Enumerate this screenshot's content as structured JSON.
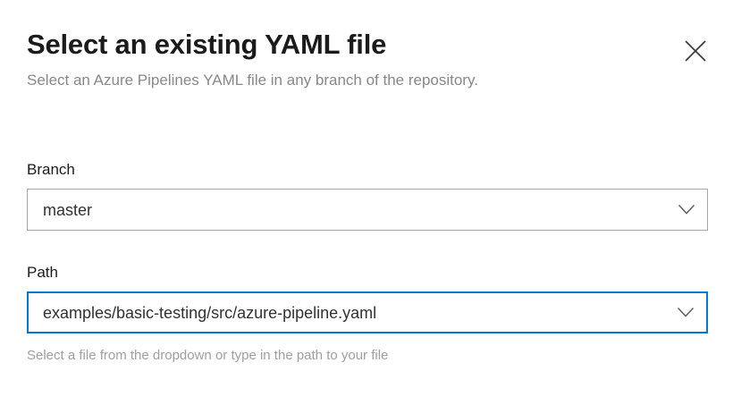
{
  "dialog": {
    "title": "Select an existing YAML file",
    "subtitle": "Select an Azure Pipelines YAML file in any branch of the repository.",
    "close_icon": "close-icon"
  },
  "form": {
    "branch": {
      "label": "Branch",
      "value": "master",
      "placeholder": "",
      "caret_icon": "chevron-down-icon",
      "focused": false
    },
    "path": {
      "label": "Path",
      "value": "examples/basic-testing/src/azure-pipeline.yaml",
      "placeholder": "",
      "caret_icon": "chevron-down-icon",
      "focused": true,
      "help_text": "Select a file from the dropdown or type in the path to your file"
    }
  },
  "colors": {
    "background": "#ffffff",
    "title_text": "#1b1b1b",
    "subtitle_text": "#8a8886",
    "border_default": "#a6a6a6",
    "border_focus": "#0078d4",
    "value_text": "#323130",
    "help_text": "#a19f9d",
    "icon": "#3b3a39"
  }
}
